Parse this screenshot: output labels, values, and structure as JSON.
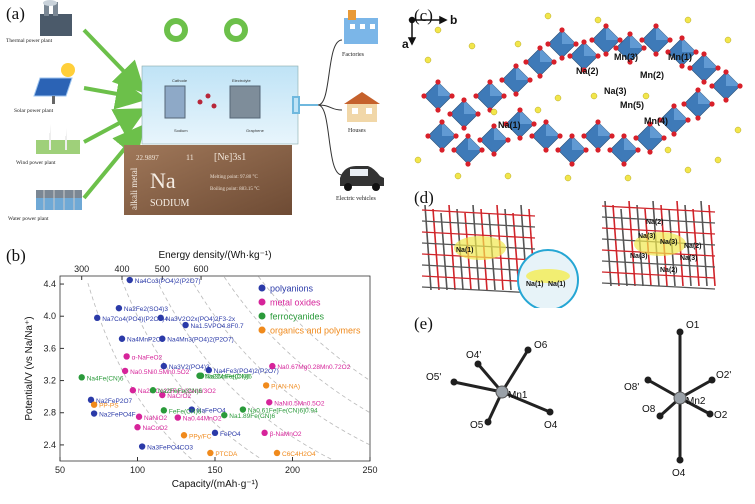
{
  "panel_a": {
    "label": "(a)",
    "sources": [
      "Thermal power plant",
      "Solar power plant",
      "Wind power plant",
      "Water power plant"
    ],
    "battery": {
      "cathode": "Cathode",
      "electrolyte": "Electrolyte",
      "sodium": "Sodium",
      "graphene": "Graphene"
    },
    "element": {
      "atomic_mass": "22.9897",
      "atomic_number": "11",
      "config": "[Ne]3s1",
      "symbol": "Na",
      "name": "SODIUM",
      "category": "alkali metal",
      "melting": "Melting point: 97.80 °C",
      "boiling": "Boiling point: 883.15 °C"
    },
    "consumers": [
      "Factories",
      "Houses",
      "Electric vehicles"
    ]
  },
  "panel_b": {
    "label": "(b)"
  },
  "chart_data": {
    "type": "scatter",
    "title": "",
    "xlabel": "Capacity/(mAh·g⁻¹)",
    "ylabel": "Potential/V (vs Na/Na⁺)",
    "x2label": "Energy density/(Wh·kg⁻¹)",
    "xlim": [
      50,
      250
    ],
    "ylim": [
      2.2,
      4.5
    ],
    "xticks": [
      50,
      100,
      150,
      200,
      250
    ],
    "yticks": [
      2.4,
      2.8,
      3.2,
      3.6,
      4.0,
      4.4
    ],
    "x2ticks": [
      "300",
      "400",
      "500",
      "600"
    ],
    "x2tick_positions": [
      64,
      90,
      116,
      141
    ],
    "energy_lines_wh_per_kg": [
      300,
      400,
      500,
      600,
      700,
      800
    ],
    "grid": false,
    "legend_position": "top-right",
    "colors": {
      "polyanions": "#2b3aa8",
      "metal oxides": "#d6249a",
      "ferrocyanides": "#2a9a3a",
      "organics and polymers": "#f08a1c"
    },
    "series": [
      {
        "name": "polyanions",
        "points": [
          {
            "label": "Na4Co3(PO4)2(P2O7)",
            "x": 95,
            "y": 4.45
          },
          {
            "label": "Na2Fe2(SO4)3",
            "x": 88,
            "y": 4.1
          },
          {
            "label": "Na7Co4(PO4)(P2O7)4",
            "x": 74,
            "y": 3.98
          },
          {
            "label": "Na3V2O2x(PO4)2F3-2x",
            "x": 115,
            "y": 3.98
          },
          {
            "label": "Na1.5VPO4.8F0.7",
            "x": 131,
            "y": 3.89
          },
          {
            "label": "Na4MnP2O7",
            "x": 90,
            "y": 3.72
          },
          {
            "label": "Na4Mn3(PO4)2(P2O7)",
            "x": 116,
            "y": 3.72
          },
          {
            "label": "Na3V2(PO4)3",
            "x": 117,
            "y": 3.38
          },
          {
            "label": "Na4Fe3(PO4)2(P2O7)",
            "x": 146,
            "y": 3.33
          },
          {
            "label": "Na2FeP2O7",
            "x": 70,
            "y": 2.96
          },
          {
            "label": "Na2FePO4F",
            "x": 72,
            "y": 2.79
          },
          {
            "label": "NaFePO4",
            "x": 135,
            "y": 2.84
          },
          {
            "label": "FePO4",
            "x": 150,
            "y": 2.55
          },
          {
            "label": "Na3FePO4CO3",
            "x": 103,
            "y": 2.38
          }
        ]
      },
      {
        "name": "metal oxides",
        "points": [
          {
            "label": "α-NaFeO2",
            "x": 93,
            "y": 3.5
          },
          {
            "label": "Na0.5Ni0.5Mn0.5O2",
            "x": 92,
            "y": 3.32
          },
          {
            "label": "Na0.67Mg0.28Mn0.72O2",
            "x": 187,
            "y": 3.38
          },
          {
            "label": "Na2/3Co2/3Fe1/3Mn1/3O2",
            "x": 97,
            "y": 3.08
          },
          {
            "label": "NaCrO2",
            "x": 116,
            "y": 3.02
          },
          {
            "label": "NaNiO2",
            "x": 101,
            "y": 2.75
          },
          {
            "label": "NaCoO2",
            "x": 100,
            "y": 2.62
          },
          {
            "label": "Na0.44MnO2",
            "x": 126,
            "y": 2.74
          },
          {
            "label": "NaNi0.5Mn0.5O2",
            "x": 185,
            "y": 2.93
          },
          {
            "label": "β-NaMnO2",
            "x": 182,
            "y": 2.55
          }
        ]
      },
      {
        "name": "ferrocyanides",
        "points": [
          {
            "label": "Na4Fe(CN)6",
            "x": 64,
            "y": 3.24
          },
          {
            "label": "Na2CoFe(CN)6",
            "x": 140,
            "y": 3.26
          },
          {
            "label": "Na2MnFe(CN)6",
            "x": 141,
            "y": 3.26
          },
          {
            "label": "Na2FeFe(CN)6",
            "x": 110,
            "y": 3.08
          },
          {
            "label": "FeFe(CN)6",
            "x": 117,
            "y": 2.83
          },
          {
            "label": "Na0.61Fe[Fe(CN)6]0.94",
            "x": 168,
            "y": 2.84
          },
          {
            "label": "Na1.89Fe(CN)6",
            "x": 156,
            "y": 2.77
          }
        ]
      },
      {
        "name": "organics and polymers",
        "points": [
          {
            "label": "P(AN-NA)",
            "x": 183,
            "y": 3.14
          },
          {
            "label": "PP-PS",
            "x": 72,
            "y": 2.9
          },
          {
            "label": "PPy/FC",
            "x": 130,
            "y": 2.52
          },
          {
            "label": "PTCDA",
            "x": 147,
            "y": 2.3
          },
          {
            "label": "C6C4H2O4",
            "x": 190,
            "y": 2.3
          }
        ]
      }
    ]
  },
  "panel_c": {
    "label": "(c)",
    "axis_b": "b",
    "axis_a": "a",
    "sites": [
      "Mn(1)",
      "Mn(2)",
      "Mn(3)",
      "Mn(4)",
      "Mn(5)",
      "Na(1)",
      "Na(2)",
      "Na(3)"
    ]
  },
  "panel_d": {
    "label": "(d)",
    "left_sites": [
      "Na(1)",
      "Na(1)",
      "Na(1)"
    ],
    "right_sites": [
      "Na(2)",
      "Na(3)",
      "Na(3)",
      "Na(2)",
      "Na(2)",
      "Na(3)",
      "Na(3)"
    ]
  },
  "panel_e": {
    "label": "(e)",
    "left": {
      "center": "Mn1",
      "ligands": [
        "O4'",
        "O6",
        "O5'",
        "O5",
        "O4"
      ]
    },
    "right": {
      "center": "Mn2",
      "ligands": [
        "O1",
        "O2'",
        "O8'",
        "O8",
        "O2",
        "O4"
      ]
    }
  }
}
